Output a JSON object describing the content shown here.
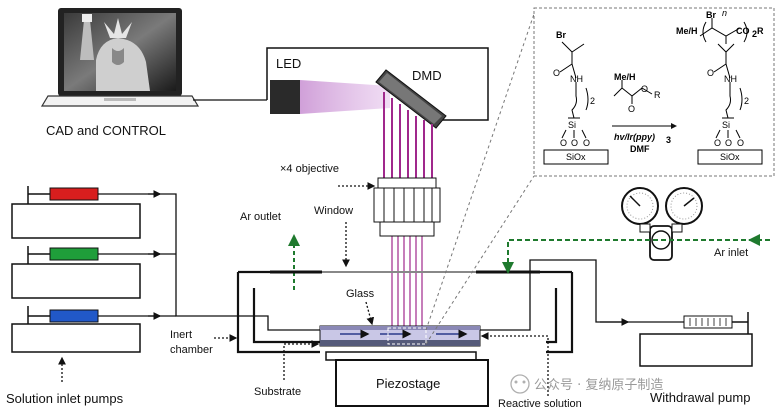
{
  "labels": {
    "cad": "CAD and CONTROL",
    "led": "LED",
    "dmd": "DMD",
    "objective": "×4 objective",
    "window": "Window",
    "ar_outlet": "Ar outlet",
    "ar_inlet": "Ar inlet",
    "glass": "Glass",
    "inert": "Inert",
    "chamber": "chamber",
    "substrate": "Substrate",
    "piezostage": "Piezostage",
    "reactive": "Reactive solution",
    "withdrawal": "Withdrawal pump",
    "inlet_pumps": "Solution inlet pumps"
  },
  "chemistry": {
    "br": "Br",
    "o": "O",
    "nh": "NH",
    "subscript_2": "2",
    "si": "Si",
    "siox": "SiOx",
    "meh": "Me/H",
    "r": "R",
    "conditions": "hv/Ir(ppy)",
    "conditions_sub": "3",
    "solvent": "DMF",
    "n": "n",
    "co2r": "CO",
    "co2r_sub": "2",
    "co2r_tail": "R"
  },
  "watermark": "公众号 · 复纳原子制造",
  "colors": {
    "syringe_red": "#d81e1e",
    "syringe_green": "#1f9e3a",
    "syringe_blue": "#2158c8",
    "beam_purple": "#a0288c",
    "led_glow": "#d9a6e0",
    "ar_green": "#1f7a2e"
  }
}
